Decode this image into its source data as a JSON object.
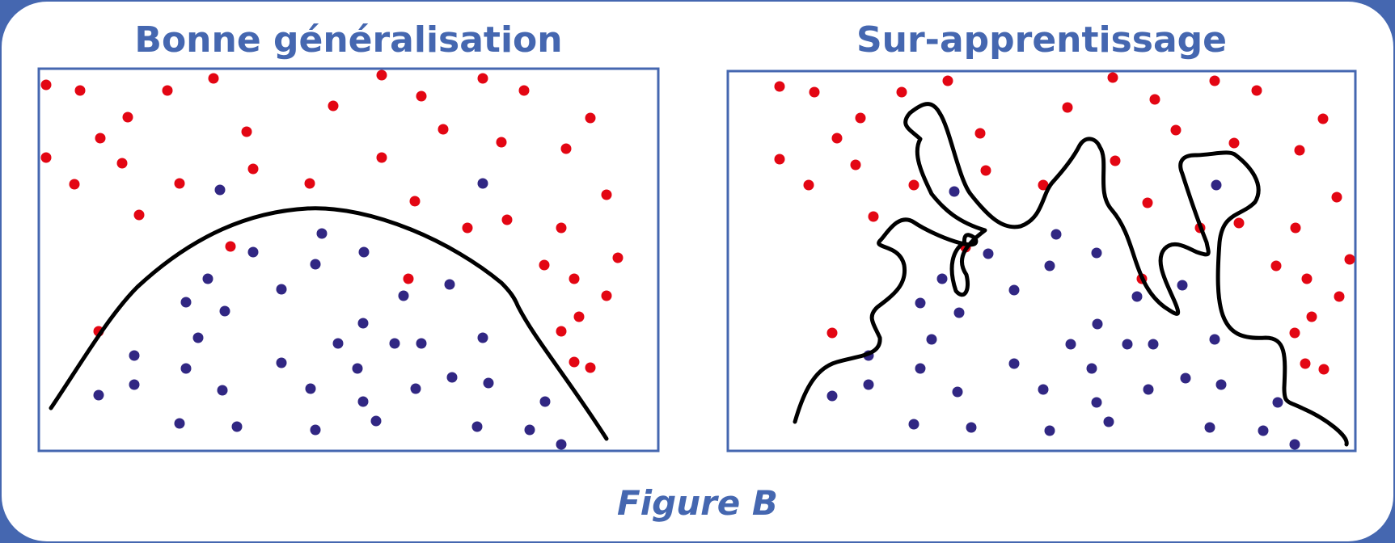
{
  "panels": {
    "left": {
      "title": "Bonne généralisation"
    },
    "right": {
      "title": "Sur-apprentissage"
    }
  },
  "caption": "Figure B",
  "colors": {
    "background": "#4567b0",
    "accent": "#4567b0",
    "class_a": "#e30613",
    "class_b": "#312783",
    "boundary": "#000000"
  }
}
